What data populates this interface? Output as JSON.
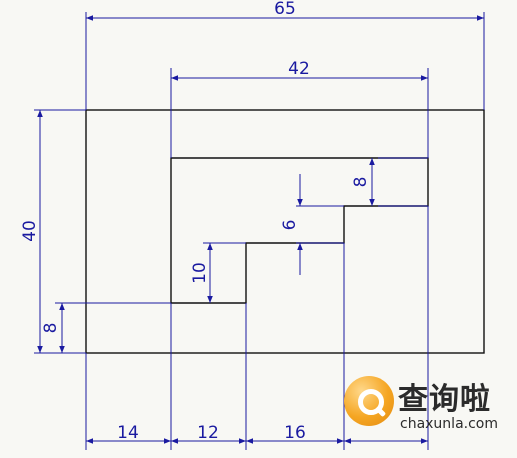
{
  "dimensions": {
    "overall_width": "65",
    "inner_width": "42",
    "overall_height": "40",
    "step_top": "8",
    "step_middle": "6",
    "step_lower": "10",
    "base_offset": "8",
    "bottom_a": "14",
    "bottom_b": "12",
    "bottom_c": "16",
    "bottom_d": ""
  },
  "watermark": {
    "name": "查询啦",
    "domain": "chaxunla.com",
    "logo_color": "#f5a623"
  },
  "colors": {
    "outline": "#111111",
    "dimension": "#1a1aa0"
  }
}
